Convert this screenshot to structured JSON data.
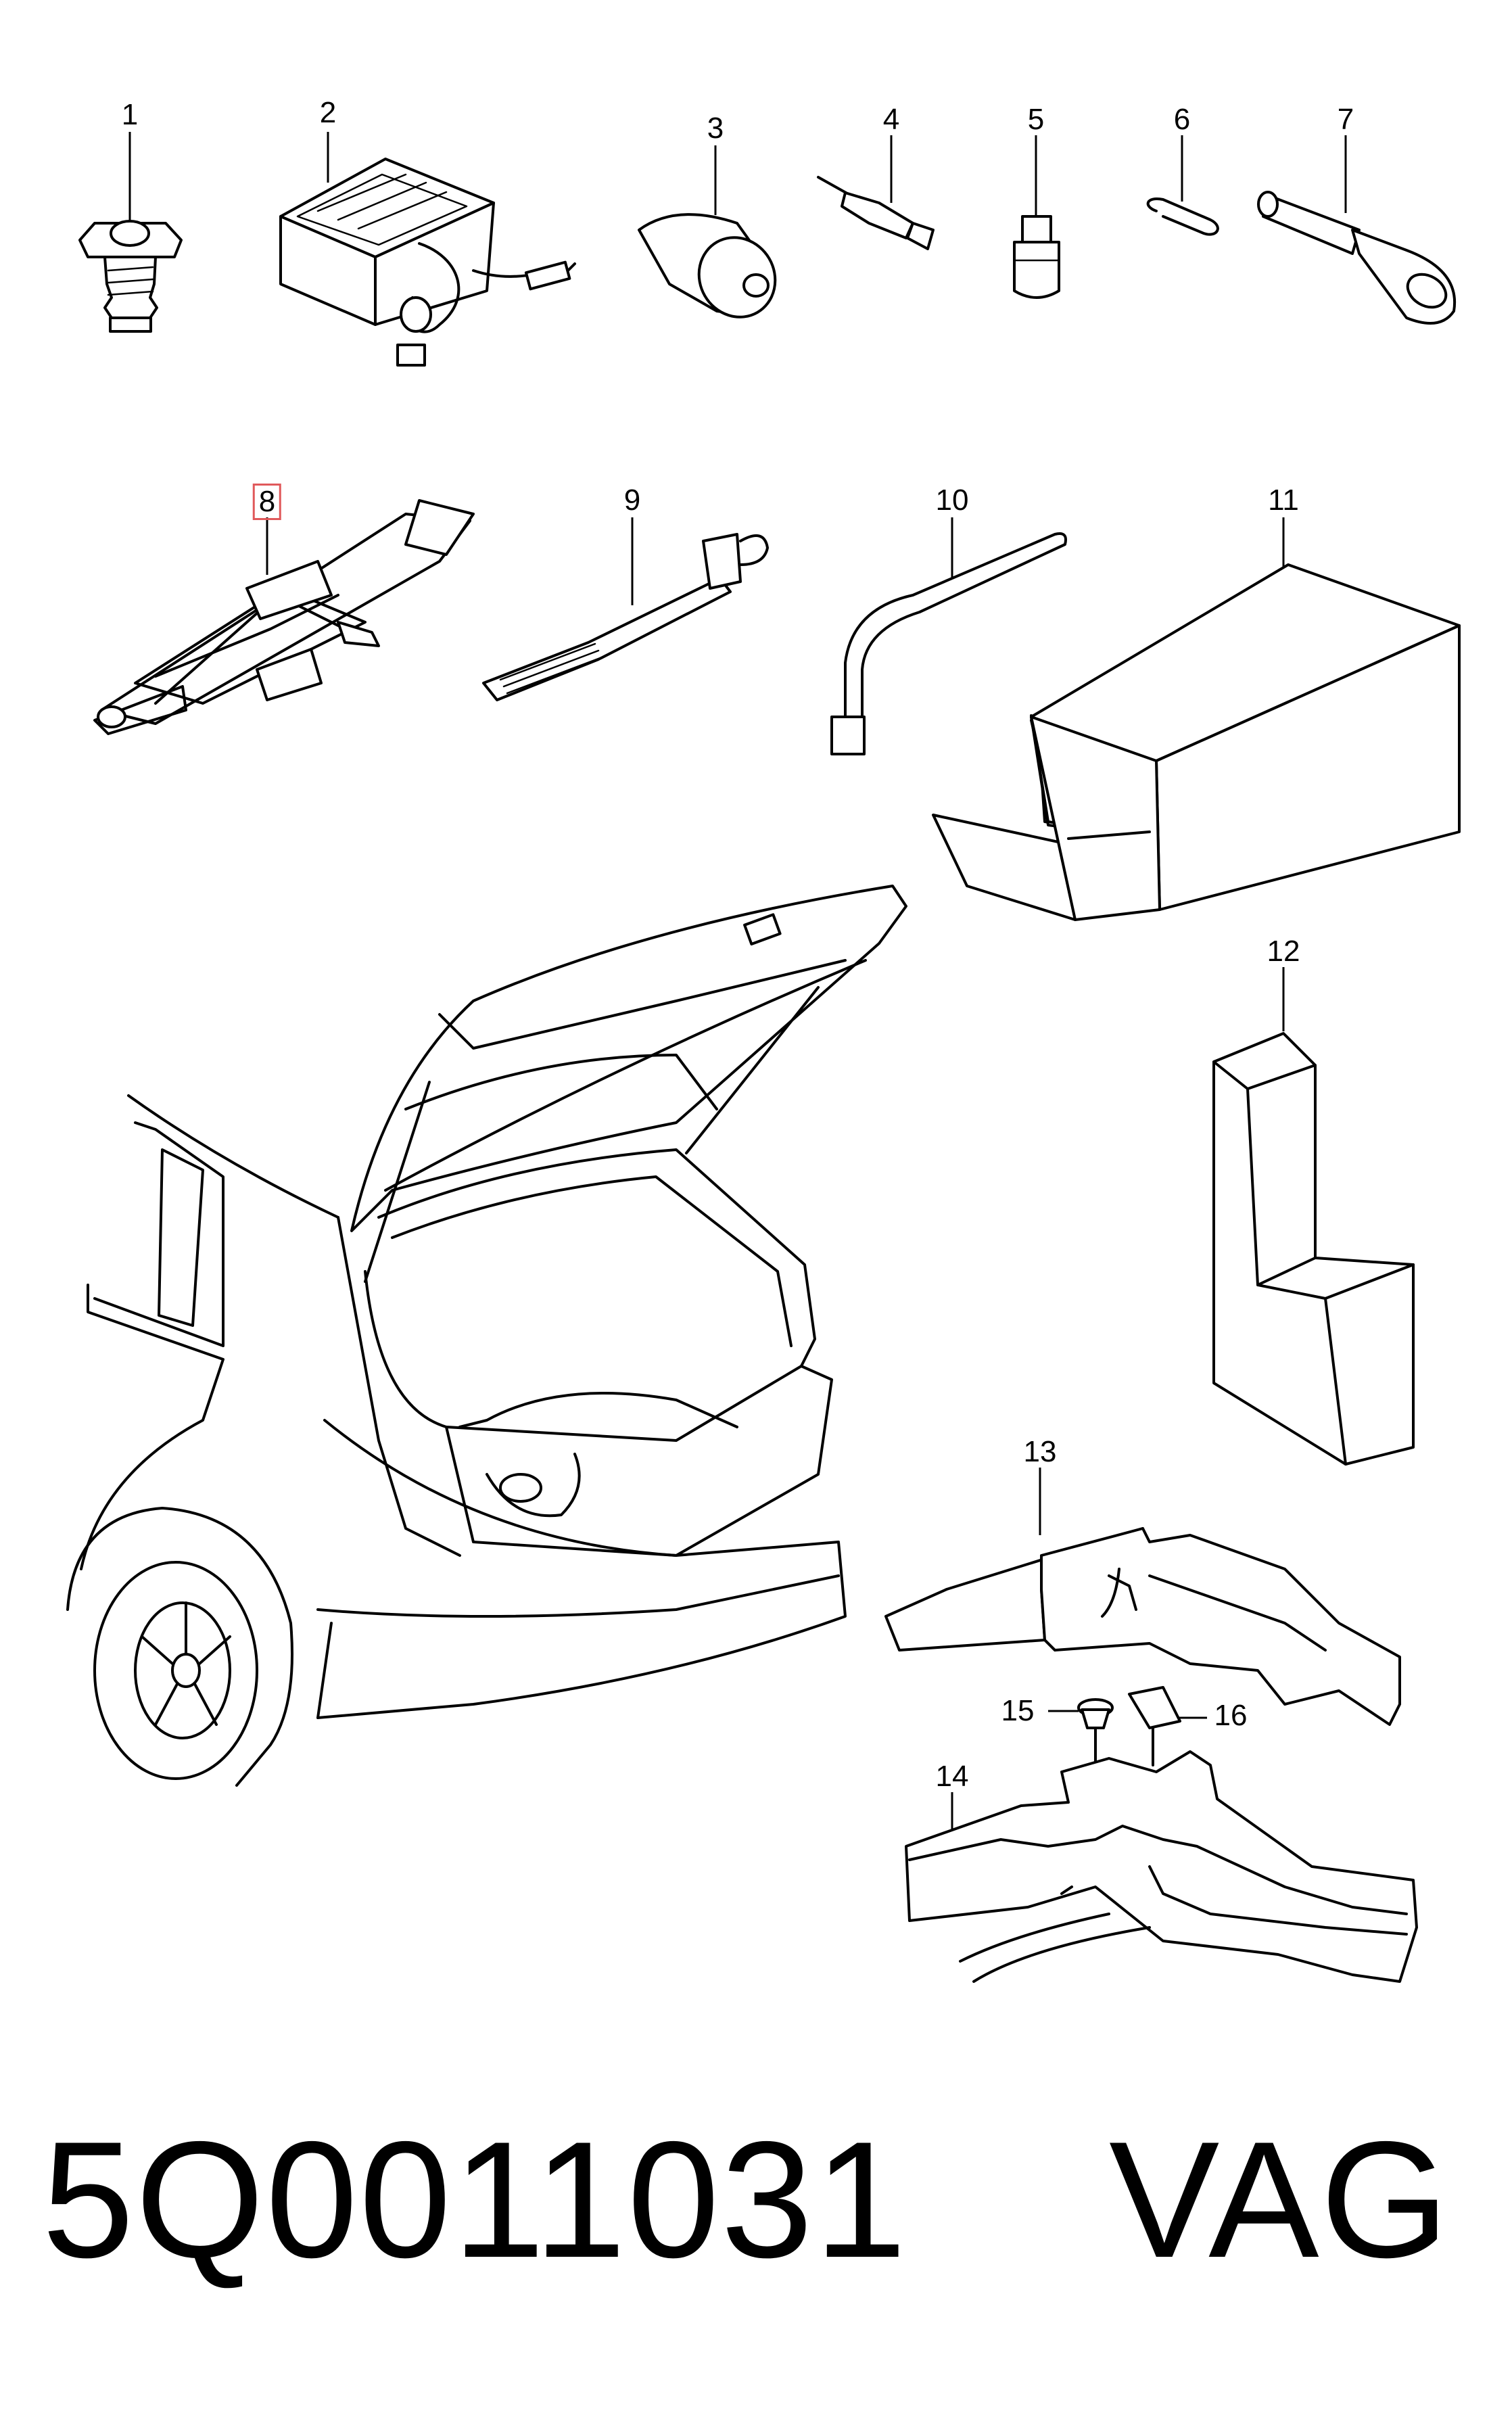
{
  "parts": [
    {
      "label": "1"
    },
    {
      "label": "2"
    },
    {
      "label": "3"
    },
    {
      "label": "4"
    },
    {
      "label": "5"
    },
    {
      "label": "6"
    },
    {
      "label": "7"
    },
    {
      "label": "8"
    },
    {
      "label": "9"
    },
    {
      "label": "10"
    },
    {
      "label": "11"
    },
    {
      "label": "12"
    },
    {
      "label": "13"
    },
    {
      "label": "14"
    },
    {
      "label": "15"
    },
    {
      "label": "16"
    }
  ],
  "highlighted_part": "8",
  "highlight_color": "#e0595b",
  "footer": {
    "part_number": "5Q0011031",
    "brand": "VAG"
  }
}
